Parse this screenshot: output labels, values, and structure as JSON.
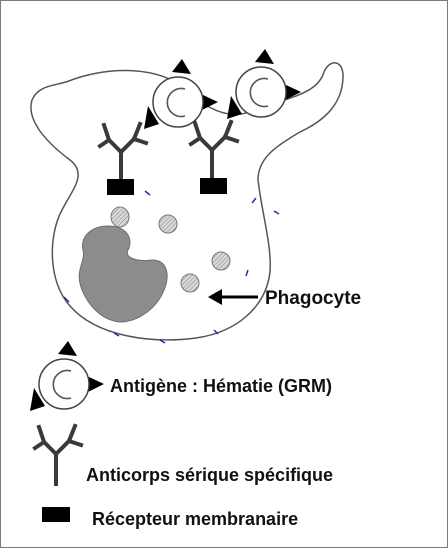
{
  "labels": {
    "phagocyte": "Phagocyte",
    "antigen": "Antigène : Hématie (GRM)",
    "antibody": "Anticorps sérique spécifique",
    "receptor": "Récepteur membranaire"
  },
  "colors": {
    "outline": "#333333",
    "nucleus": "#8c8c8c",
    "granule": "#bdbdbd",
    "marker": "#2c2c9c",
    "text": "#111111"
  }
}
